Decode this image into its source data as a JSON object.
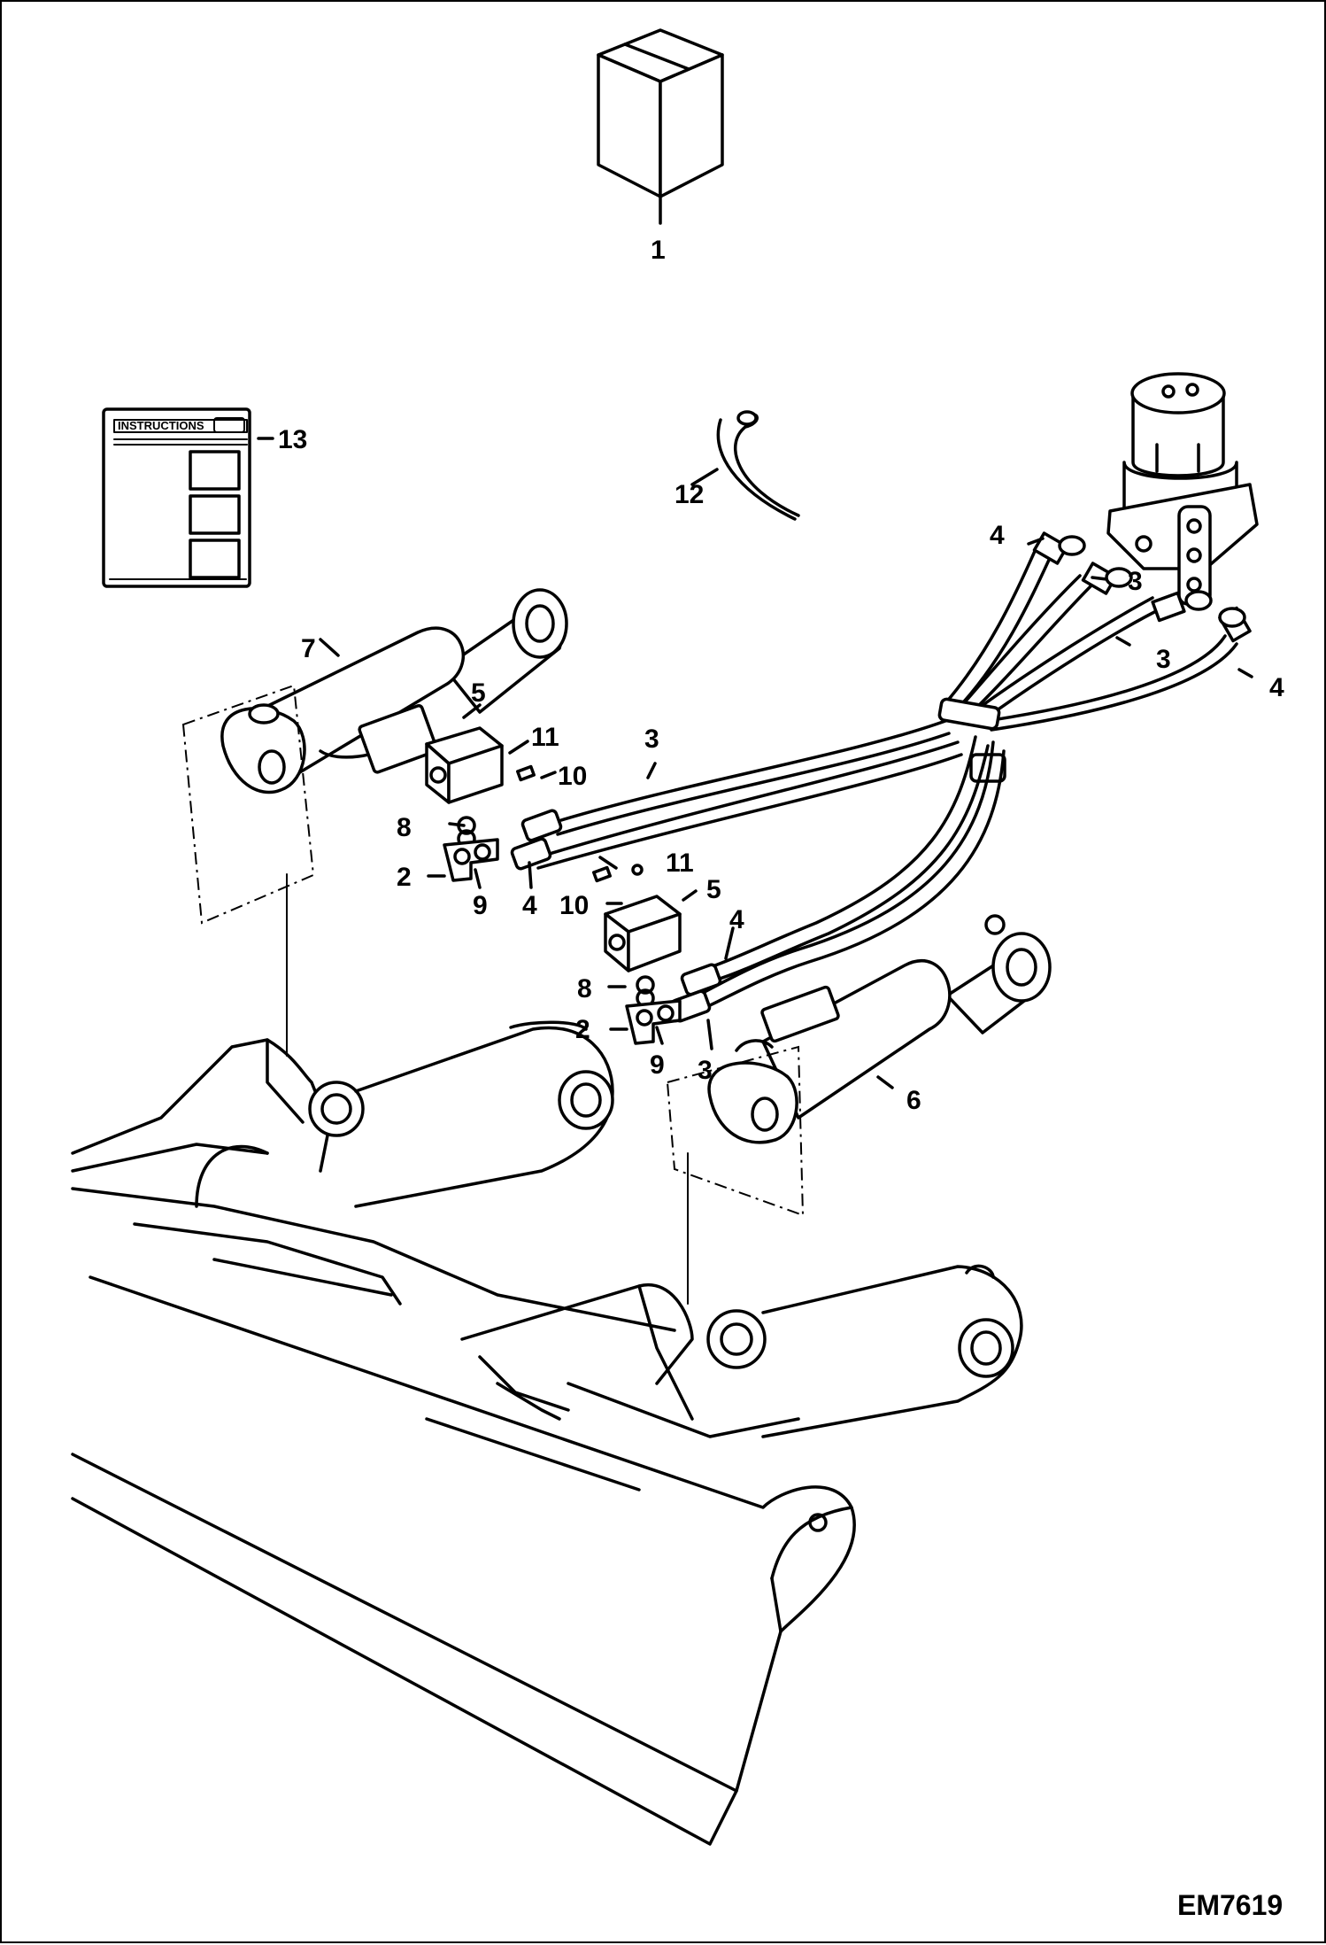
{
  "figure_code": "EM7619",
  "instruction_sheet_title": "INSTRUCTIONS",
  "callouts": [
    {
      "id": "c1",
      "label": "1"
    },
    {
      "id": "c13",
      "label": "13"
    },
    {
      "id": "c12",
      "label": "12"
    },
    {
      "id": "c7",
      "label": "7"
    },
    {
      "id": "c5a",
      "label": "5"
    },
    {
      "id": "c11a",
      "label": "11"
    },
    {
      "id": "c10a",
      "label": "10"
    },
    {
      "id": "c8a",
      "label": "8"
    },
    {
      "id": "c2a",
      "label": "2"
    },
    {
      "id": "c9a",
      "label": "9"
    },
    {
      "id": "c4a",
      "label": "4"
    },
    {
      "id": "c3a",
      "label": "3"
    },
    {
      "id": "c4b",
      "label": "4"
    },
    {
      "id": "c3b",
      "label": "3"
    },
    {
      "id": "c3c",
      "label": "3"
    },
    {
      "id": "c4c",
      "label": "4"
    },
    {
      "id": "c11b",
      "label": "11"
    },
    {
      "id": "c10b",
      "label": "10"
    },
    {
      "id": "c5b",
      "label": "5"
    },
    {
      "id": "c4d",
      "label": "4"
    },
    {
      "id": "c8b",
      "label": "8"
    },
    {
      "id": "c2b",
      "label": "2"
    },
    {
      "id": "c9b",
      "label": "9"
    },
    {
      "id": "c3d",
      "label": "3"
    },
    {
      "id": "c6",
      "label": "6"
    }
  ]
}
